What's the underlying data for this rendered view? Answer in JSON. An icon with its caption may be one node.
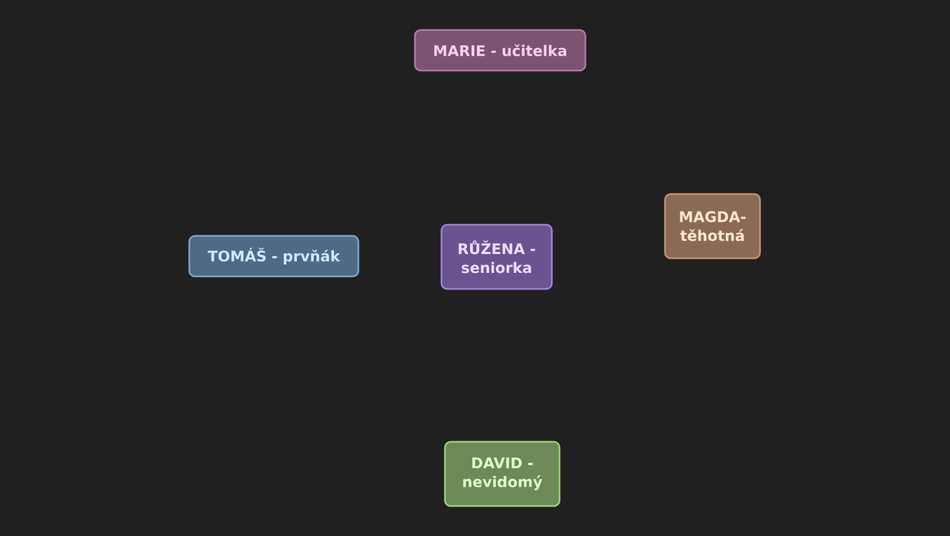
{
  "diagram": {
    "nodes": [
      {
        "text": [
          "MARIE - učitelka"
        ]
      },
      {
        "text": [
          "MAGDA- těhotná"
        ]
      },
      {
        "text": [
          "TOMÁŠ - prvňák"
        ]
      },
      {
        "text": [
          "RŮŽENA - seniorka"
        ]
      },
      {
        "text": [
          "DAVID - nevidomý"
        ]
      }
    ]
  }
}
